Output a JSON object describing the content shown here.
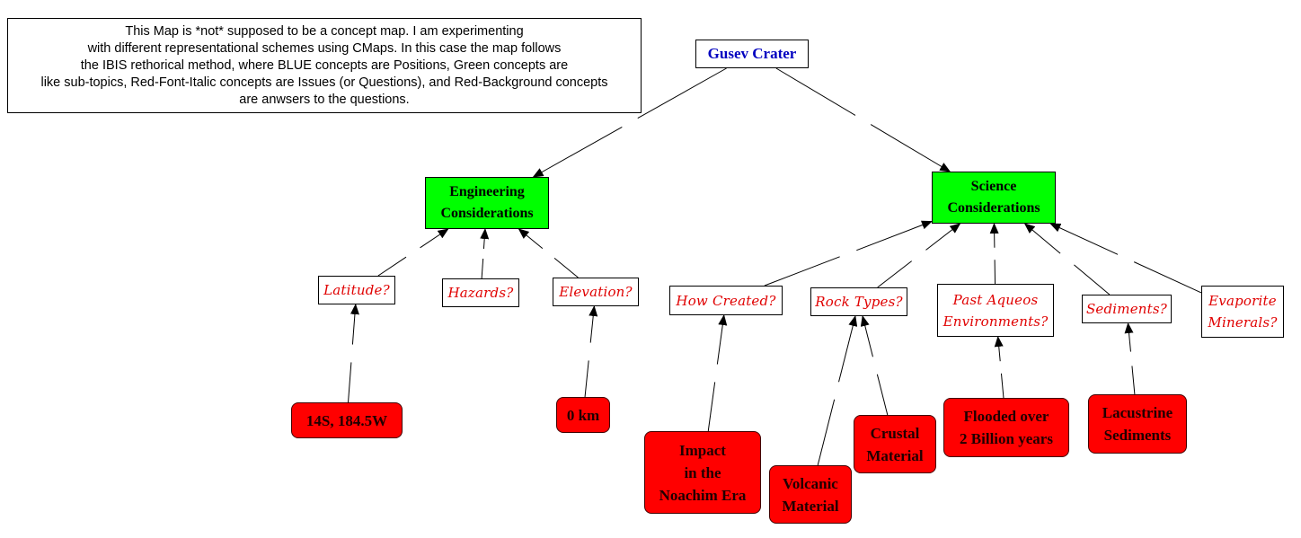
{
  "note": {
    "text": "This Map is *not* supposed to be a concept map. I am experimenting\nwith different representational schemes using CMaps. In this case the map follows\nthe IBIS rethorical method, where BLUE concepts are Positions, Green concepts are\nlike sub-topics, Red-Font-Italic concepts are Issues (or Questions), and Red-Background concepts\nare anwsers to the questions."
  },
  "colors": {
    "position_text": "#0000c0",
    "topic_fill": "#00ff00",
    "issue_text": "#e00000",
    "answer_fill": "#ff0000"
  },
  "nodes": {
    "gusev": {
      "label": "Gusev Crater",
      "type": "position"
    },
    "engineering": {
      "label": "Engineering\nConsiderations",
      "type": "sub-topic"
    },
    "science": {
      "label": "Science\nConsiderations",
      "type": "sub-topic"
    },
    "latitude": {
      "label": "Latitude?",
      "type": "issue"
    },
    "hazards": {
      "label": "Hazards?",
      "type": "issue"
    },
    "elevation": {
      "label": "Elevation?",
      "type": "issue"
    },
    "how_created": {
      "label": "How Created?",
      "type": "issue"
    },
    "rock_types": {
      "label": "Rock Types?",
      "type": "issue"
    },
    "past_aqueos": {
      "label": "Past Aqueos\nEnvironments?",
      "type": "issue"
    },
    "sediments": {
      "label": "Sediments?",
      "type": "issue"
    },
    "evaporite": {
      "label": "Evaporite\nMinerals?",
      "type": "issue"
    },
    "coords": {
      "label": "14S, 184.5W",
      "type": "answer"
    },
    "zero_km": {
      "label": "0 km",
      "type": "answer"
    },
    "impact": {
      "label": "Impact\nin the\nNoachim Era",
      "type": "answer"
    },
    "volcanic": {
      "label": "Volcanic\nMaterial",
      "type": "answer"
    },
    "crustal": {
      "label": "Crustal\nMaterial",
      "type": "answer"
    },
    "flooded": {
      "label": "Flooded over\n2 Billion years",
      "type": "answer"
    },
    "lacustrine": {
      "label": "Lacustrine\nSediments",
      "type": "answer"
    }
  },
  "links": [
    {
      "from": "gusev",
      "to": "engineering"
    },
    {
      "from": "gusev",
      "to": "science"
    },
    {
      "from": "latitude",
      "to": "engineering"
    },
    {
      "from": "hazards",
      "to": "engineering"
    },
    {
      "from": "elevation",
      "to": "engineering"
    },
    {
      "from": "how_created",
      "to": "science"
    },
    {
      "from": "rock_types",
      "to": "science"
    },
    {
      "from": "past_aqueos",
      "to": "science"
    },
    {
      "from": "sediments",
      "to": "science"
    },
    {
      "from": "evaporite",
      "to": "science"
    },
    {
      "from": "coords",
      "to": "latitude"
    },
    {
      "from": "zero_km",
      "to": "elevation"
    },
    {
      "from": "impact",
      "to": "how_created"
    },
    {
      "from": "volcanic",
      "to": "rock_types"
    },
    {
      "from": "crustal",
      "to": "rock_types"
    },
    {
      "from": "flooded",
      "to": "past_aqueos"
    },
    {
      "from": "lacustrine",
      "to": "sediments"
    }
  ]
}
